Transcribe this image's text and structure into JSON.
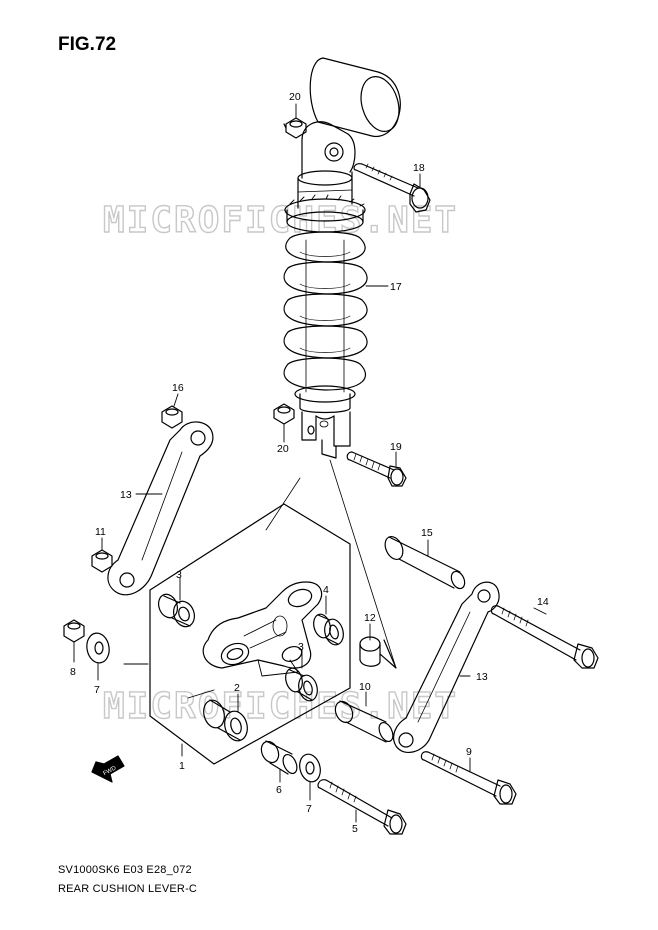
{
  "figure": {
    "title": "FIG.72",
    "caption_line1": "SV1000SK6 E03 E28_072",
    "caption_line2": "REAR CUSHION LEVER-C"
  },
  "watermark": {
    "text": "MICROFICHES.NET"
  },
  "fwd_label": "FWD",
  "callouts": {
    "c1": "1",
    "c2": "2",
    "c3a": "3",
    "c3b": "3",
    "c4": "4",
    "c5": "5",
    "c6": "6",
    "c7a": "7",
    "c7b": "7",
    "c8": "8",
    "c9": "9",
    "c10": "10",
    "c11": "11",
    "c12": "12",
    "c13a": "13",
    "c13b": "13",
    "c14": "14",
    "c15": "15",
    "c16": "16",
    "c17": "17",
    "c18": "18",
    "c19": "19",
    "c20a": "20",
    "c20b": "20"
  },
  "colors": {
    "line": "#000000",
    "watermark": "#c8c8c8",
    "background": "#ffffff"
  }
}
